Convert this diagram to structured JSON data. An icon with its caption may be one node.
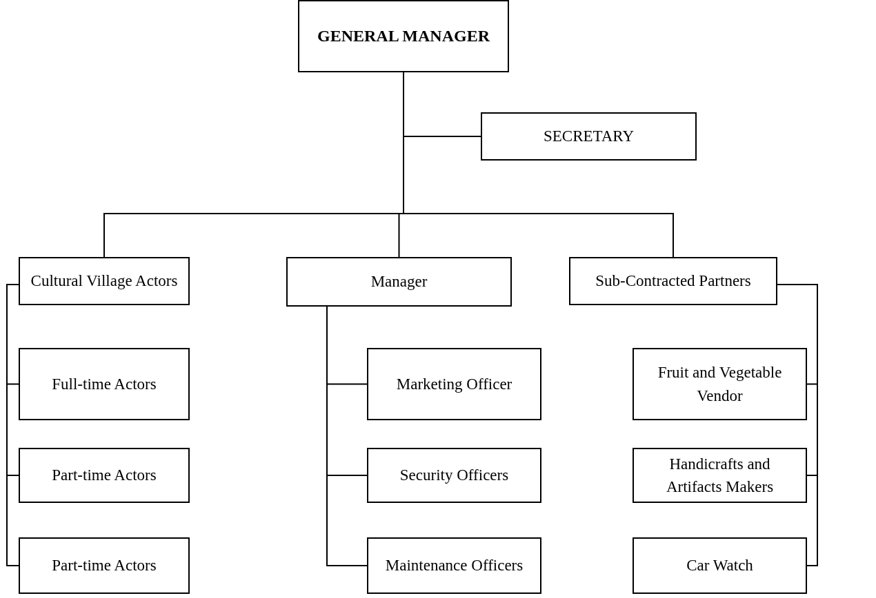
{
  "diagram": {
    "nodes": [
      {
        "text": [
          "GENERAL MANAGER"
        ]
      },
      {
        "text": [
          "SECRETARY"
        ]
      },
      {
        "text": [
          "Cultural Village Actors"
        ]
      },
      {
        "text": [
          "Manager"
        ]
      },
      {
        "text": [
          "Sub-Contracted Partners"
        ]
      },
      {
        "text": [
          "Full-time Actors"
        ]
      },
      {
        "text": [
          "Part-time Actors"
        ]
      },
      {
        "text": [
          "Part-time Actors"
        ]
      },
      {
        "text": [
          "Marketing Officer"
        ]
      },
      {
        "text": [
          "Security Officers"
        ]
      },
      {
        "text": [
          "Maintenance Officers"
        ]
      },
      {
        "text": [
          "Fruit and Vegetable Vendor"
        ]
      },
      {
        "text": [
          "Handicrafts and Artifacts Makers"
        ]
      },
      {
        "text": [
          "Car Watch"
        ]
      }
    ],
    "edges": [
      {
        "from": 0,
        "to": 1,
        "arrow": "none"
      },
      {
        "from": 0,
        "to": 2,
        "arrow": "none"
      },
      {
        "from": 0,
        "to": 3,
        "arrow": "none"
      },
      {
        "from": 0,
        "to": 4,
        "arrow": "none"
      },
      {
        "from": 2,
        "to": 5,
        "arrow": "none"
      },
      {
        "from": 2,
        "to": 6,
        "arrow": "none"
      },
      {
        "from": 2,
        "to": 7,
        "arrow": "none"
      },
      {
        "from": 3,
        "to": 8,
        "arrow": "none"
      },
      {
        "from": 3,
        "to": 9,
        "arrow": "none"
      },
      {
        "from": 3,
        "to": 10,
        "arrow": "none"
      },
      {
        "from": 4,
        "to": 11,
        "arrow": "none"
      },
      {
        "from": 4,
        "to": 12,
        "arrow": "none"
      },
      {
        "from": 4,
        "to": 13,
        "arrow": "none"
      }
    ]
  }
}
